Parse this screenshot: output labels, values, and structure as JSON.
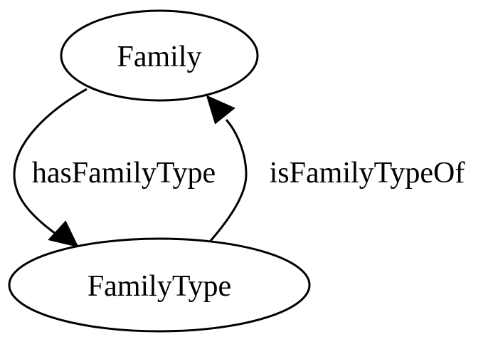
{
  "nodes": {
    "family": {
      "label": "Family"
    },
    "family_type": {
      "label": "FamilyType"
    }
  },
  "edges": {
    "has_family_type": {
      "label": "hasFamilyType",
      "from": "Family",
      "to": "FamilyType"
    },
    "is_family_type_of": {
      "label": "isFamilyTypeOf",
      "from": "FamilyType",
      "to": "Family"
    }
  },
  "colors": {
    "stroke": "#000000",
    "background": "#ffffff"
  }
}
